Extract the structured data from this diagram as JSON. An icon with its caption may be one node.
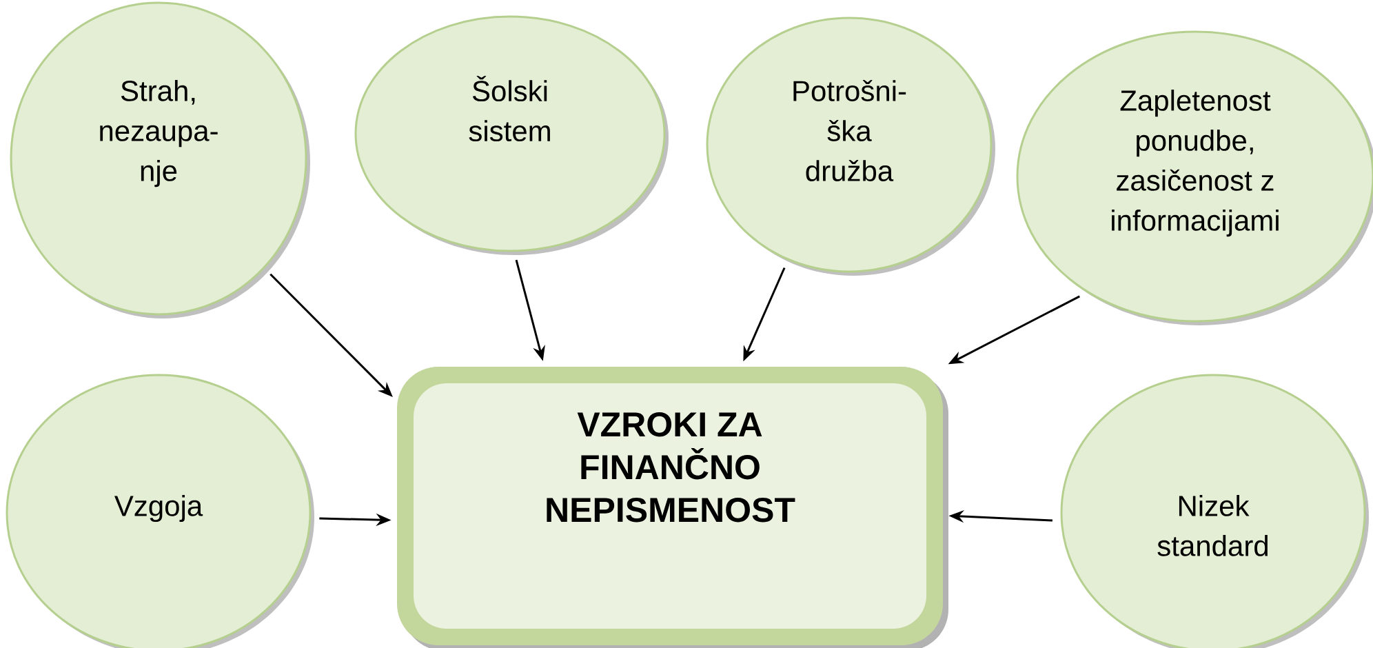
{
  "diagram": {
    "nodes": [
      {
        "text": [
          "Strah, nezaupa- nje"
        ]
      },
      {
        "text": [
          "Šolski sistem"
        ]
      },
      {
        "text": [
          "Potrošni- ška družba"
        ]
      },
      {
        "text": [
          "Zapletenost ponudbe, zasičenost z informacijami"
        ]
      },
      {
        "text": [
          "Vzgoja"
        ]
      },
      {
        "text": [
          "VZROKI ZA FINANČNO NEPISMENOST"
        ]
      },
      {
        "text": [
          "Nizek standard"
        ]
      }
    ],
    "edges": [
      {
        "from": 0,
        "to": 5,
        "arrow": "to"
      },
      {
        "from": 1,
        "to": 5,
        "arrow": "to"
      },
      {
        "from": 2,
        "to": 5,
        "arrow": "to"
      },
      {
        "from": 3,
        "to": 5,
        "arrow": "to"
      },
      {
        "from": 4,
        "to": 5,
        "arrow": "to"
      },
      {
        "from": 6,
        "to": 5,
        "arrow": "to"
      }
    ]
  }
}
